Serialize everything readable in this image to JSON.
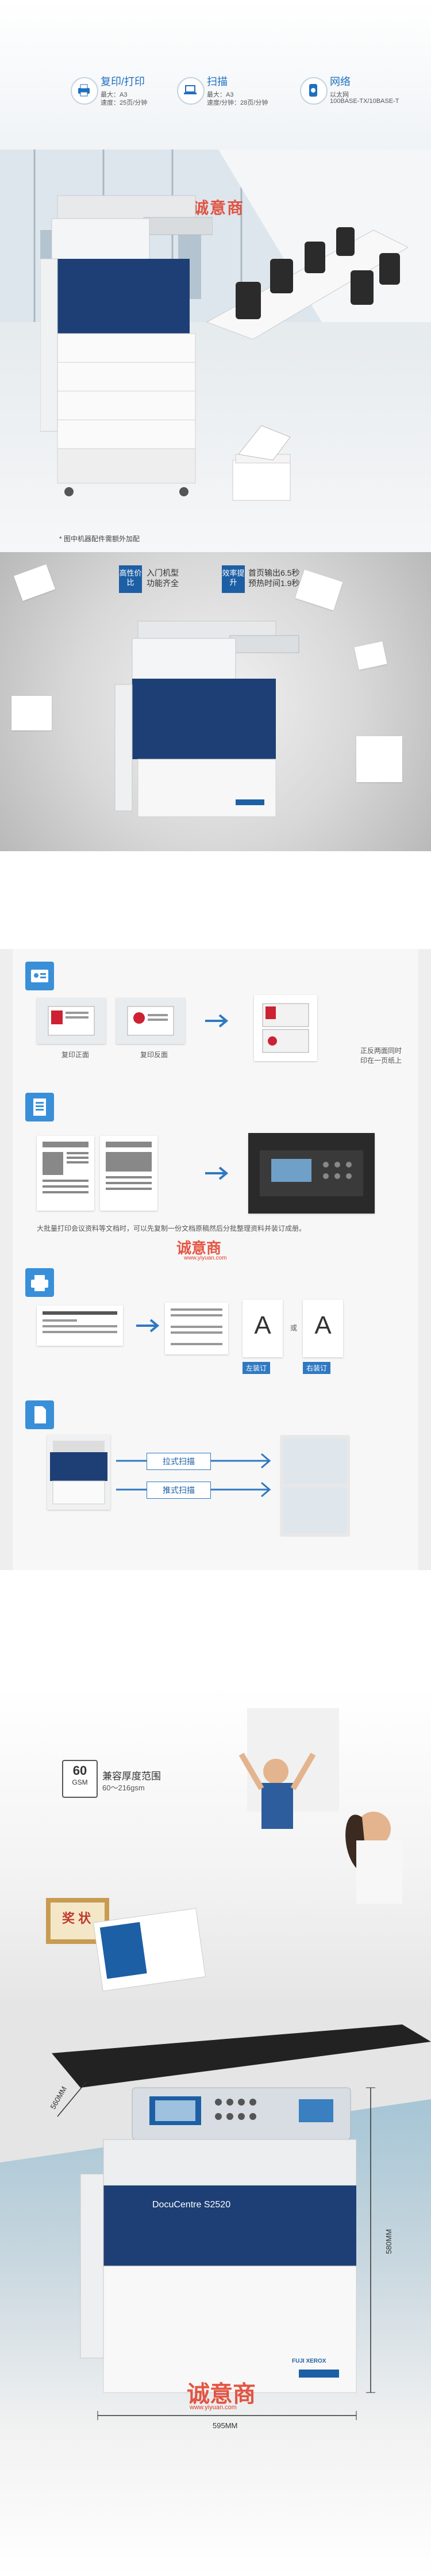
{
  "colors": {
    "brand_blue": "#1d5fa4",
    "accent_blue": "#3a8fd9",
    "watermark_red": "#e23a25"
  },
  "hero": {
    "features": [
      {
        "icon": "printer-icon",
        "title": "复印/打印",
        "line1": "最大：A3",
        "line2": "速度：25页/分钟"
      },
      {
        "icon": "laptop-icon",
        "title": "扫描",
        "line1": "最大：A3",
        "line2": "速度/分钟：28页/分钟"
      },
      {
        "icon": "network-icon",
        "title": "网络",
        "line1": "以太网",
        "line2": "100BASE-TX/10BASE-T"
      }
    ],
    "watermark": "诚意商",
    "note": "* 图中机器配件需额外加配"
  },
  "spec": {
    "tags": [
      {
        "tag": "高性价比",
        "text_line1": "入门机型",
        "text_line2": "功能齐全"
      },
      {
        "tag": "效率提升",
        "text_line1": "首页输出6.5秒",
        "text_line2": "预热时间1.9秒"
      }
    ]
  },
  "features": {
    "id_copy": {
      "front_label": "复印正面",
      "back_label": "复印反面",
      "result_line1": "正反两面同时",
      "result_line2": "印在一页纸上"
    },
    "booklet": {
      "caption": "大批量打印会议资料等文档时，可以先复制一份文档原稿然后分批整理资料并装订成册。"
    },
    "watermark": "诚意商",
    "watermark_sub": "www.yiyuan.com",
    "cover": {
      "label_a": "A",
      "label_b": "A",
      "left": "左装订",
      "right": "右装订",
      "or": "或"
    },
    "scan": {
      "push": "拉式扫描",
      "pull": "推式扫描"
    }
  },
  "paper": {
    "gsm_value": "60",
    "gsm_unit": "GSM",
    "title": "兼容厚度范围",
    "range": "60～216gsm",
    "certificate": "奖 状"
  },
  "product": {
    "width_label": "595MM",
    "height_label": "580MM",
    "depth_label": "560MM",
    "watermark": "诚意商",
    "watermark_sub": "www.yiyuan.com",
    "brand": "DocuCentre S2520",
    "logo": "FUJI XEROX"
  }
}
